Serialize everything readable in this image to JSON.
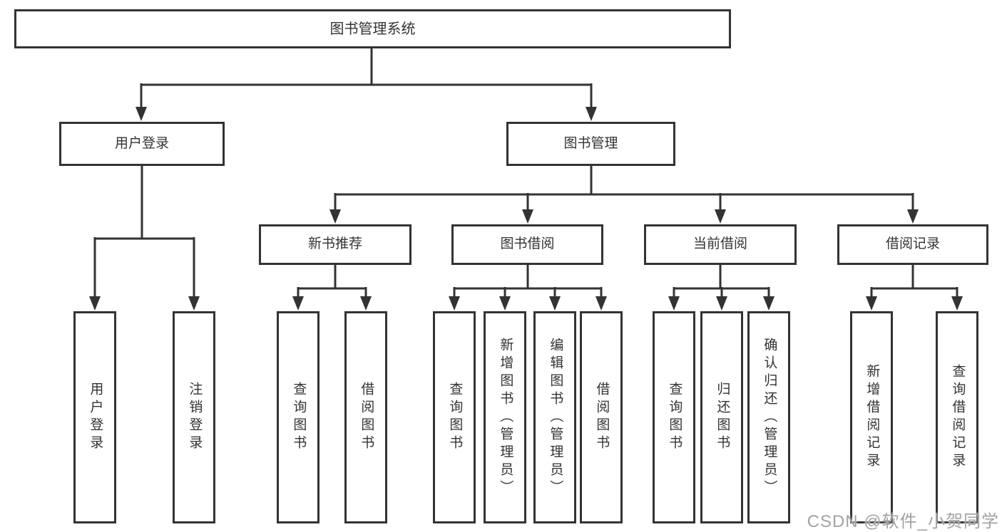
{
  "tree": {
    "root": {
      "label": "图书管理系统"
    },
    "branches": [
      {
        "label": "用户登录",
        "children": [
          {
            "label": "用户登录"
          },
          {
            "label": "注销登录"
          }
        ]
      },
      {
        "label": "图书管理",
        "groups": [
          {
            "label": "新书推荐",
            "children": [
              {
                "label": "查询图书"
              },
              {
                "label": "借阅图书"
              }
            ]
          },
          {
            "label": "图书借阅",
            "children": [
              {
                "label": "查询图书"
              },
              {
                "label": "新增图书（管理员）"
              },
              {
                "label": "编辑图书（管理员）"
              },
              {
                "label": "借阅图书"
              }
            ]
          },
          {
            "label": "当前借阅",
            "children": [
              {
                "label": "查询图书"
              },
              {
                "label": "归还图书"
              },
              {
                "label": "确认归还（管理员）"
              }
            ]
          },
          {
            "label": "借阅记录",
            "children": [
              {
                "label": "新增借阅记录"
              },
              {
                "label": "查询借阅记录"
              }
            ]
          }
        ]
      }
    ]
  },
  "watermark": {
    "text": "CSDN @软件_小贺同学"
  },
  "colors": {
    "line": "#333333",
    "text": "#333333",
    "box_background": "#ffffff",
    "page_background": "#ffffff",
    "watermark": "#a3a3a3"
  }
}
